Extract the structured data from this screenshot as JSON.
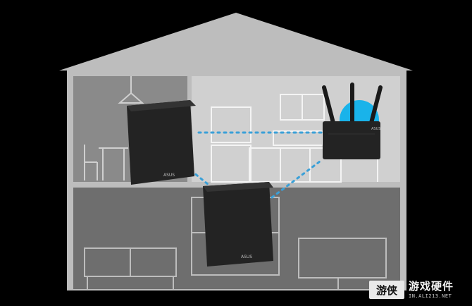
{
  "scene": {
    "colors": {
      "background": "#000000",
      "house_outline": "#bdbdbd",
      "upper_left_room": "#8a8a8a",
      "upper_right_room": "#d0d0d0",
      "lower_room": "#6e6e6e",
      "wifi_link": "#3aa0d8",
      "router_glow": "#19b3ea",
      "device_body": "#232323"
    },
    "devices": {
      "router_brand": "ASUS",
      "node_brand": "ASUS"
    }
  },
  "watermark": {
    "logo_text": "游侠",
    "title": "游戏硬件",
    "subtitle": "IN.ALI213.NET"
  }
}
